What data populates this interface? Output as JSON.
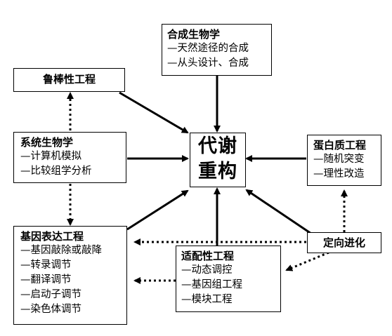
{
  "center": {
    "line1": "代谢",
    "line2": "重构"
  },
  "synthetic_biology": {
    "title": "合成生物学",
    "items": [
      "—天然途径的合成",
      "—从头设计、合成"
    ]
  },
  "robustness": {
    "title": "鲁棒性工程"
  },
  "systems_biology": {
    "title": "系统生物学",
    "items": [
      "—计算机模拟",
      "—比较组学分析"
    ]
  },
  "protein_engineering": {
    "title": "蛋白质工程",
    "items": [
      "—随机突变",
      "—理性改造"
    ]
  },
  "directed_evolution": {
    "title": "定向进化"
  },
  "gene_expression": {
    "title": "基因表达工程",
    "items": [
      "—基因敲除或敲降",
      "—转录调节",
      "—翻译调节",
      "—启动子调节",
      "—染色体调节"
    ]
  },
  "adaptive_engineering": {
    "title": "适配性工程",
    "items": [
      "—动态调控",
      "—基因组工程",
      "—模块工程"
    ]
  },
  "colors": {
    "line": "#000000",
    "background": "#ffffff"
  }
}
